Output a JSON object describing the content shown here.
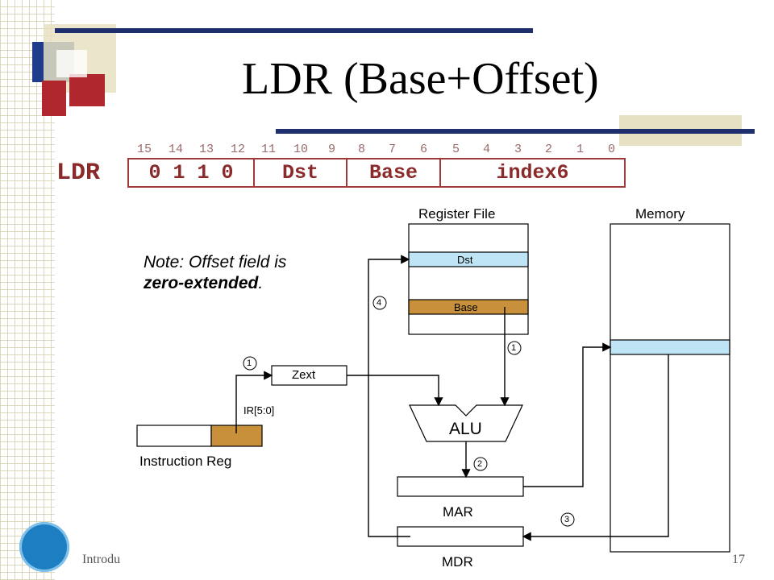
{
  "slide": {
    "title": "LDR (Base+Offset)",
    "footer_left": "Introdu",
    "page_number": "17"
  },
  "instruction": {
    "mnemonic": "LDR",
    "bit_numbers": [
      "15",
      "14",
      "13",
      "12",
      "11",
      "10",
      "9",
      "8",
      "7",
      "6",
      "5",
      "4",
      "3",
      "2",
      "1",
      "0"
    ],
    "fields": [
      "0 1 1 0",
      "Dst",
      "Base",
      "index6"
    ]
  },
  "note": {
    "line1": "Note: Offset field is",
    "line2_bold": "zero-extended",
    "line2_end": "."
  },
  "diagram": {
    "register_file_label": "Register File",
    "memory_label": "Memory",
    "dst_label": "Dst",
    "base_label": "Base",
    "zext_label": "Zext",
    "alu_label": "ALU",
    "ir_bits_label": "IR[5:0]",
    "instruction_reg_label": "Instruction Reg",
    "mar_label": "MAR",
    "mdr_label": "MDR",
    "step_labels": [
      "1",
      "1",
      "2",
      "3",
      "4"
    ],
    "colors": {
      "dst_fill": "#bfe4f5",
      "base_fill": "#c8903a",
      "memory_highlight": "#bfe4f5",
      "slide_accent_red": "#b0272d",
      "slide_accent_navy": "#1f2f6e"
    }
  }
}
